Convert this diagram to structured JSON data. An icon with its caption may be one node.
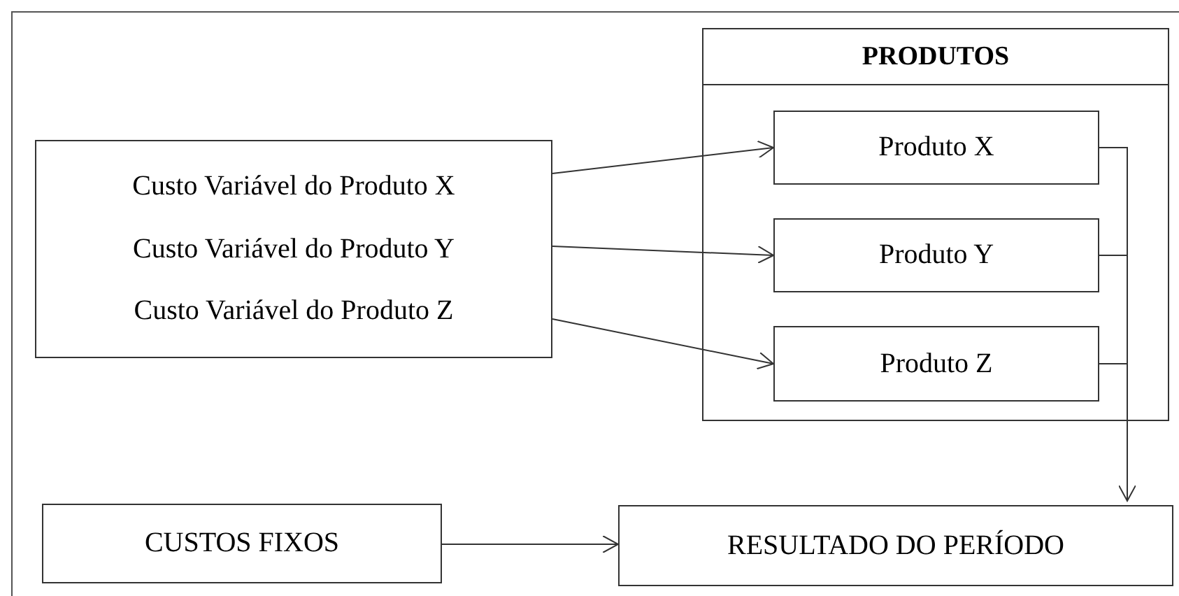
{
  "diagram": {
    "nodes": [
      {
        "text": [
          "PRODUTOS"
        ]
      },
      {
        "text": [
          "Produto X"
        ],
        "in": 0
      },
      {
        "text": [
          "Produto Y"
        ],
        "in": 0
      },
      {
        "text": [
          "Produto Z"
        ],
        "in": 0
      },
      {
        "text": [
          "Custo Variável do Produto X",
          "Custo Variável do Produto Y",
          "Custo Variável do Produto Z"
        ]
      },
      {
        "text": [
          "CUSTOS FIXOS"
        ]
      },
      {
        "text": [
          "RESULTADO DO PERÍODO"
        ]
      }
    ],
    "edges": [
      {
        "from": 4,
        "to": 1,
        "arrow": "to"
      },
      {
        "from": 4,
        "to": 2,
        "arrow": "to"
      },
      {
        "from": 4,
        "to": 3,
        "arrow": "to"
      },
      {
        "from": 1,
        "to": 6,
        "arrow": "none"
      },
      {
        "from": 2,
        "to": 6,
        "arrow": "none"
      },
      {
        "from": 3,
        "to": 6,
        "arrow": "to"
      },
      {
        "from": 5,
        "to": 6,
        "arrow": "to"
      }
    ]
  }
}
